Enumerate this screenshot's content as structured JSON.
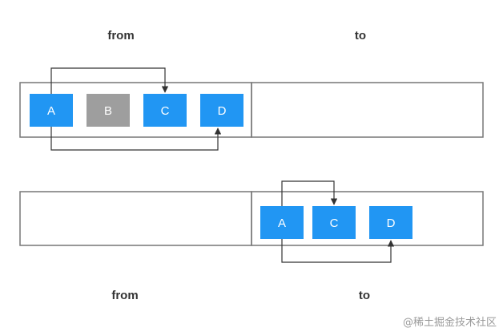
{
  "labels": {
    "from_top": "from",
    "to_top": "to",
    "from_bottom": "from",
    "to_bottom": "to"
  },
  "nodes_top": [
    "A",
    "B",
    "C",
    "D"
  ],
  "nodes_bottom": [
    "A",
    "C",
    "D"
  ],
  "colors": {
    "active": "#2196f3",
    "removed": "#9e9e9e",
    "border": "#777777",
    "arrow": "#333333"
  },
  "watermark": "@稀土掘金技术社区"
}
